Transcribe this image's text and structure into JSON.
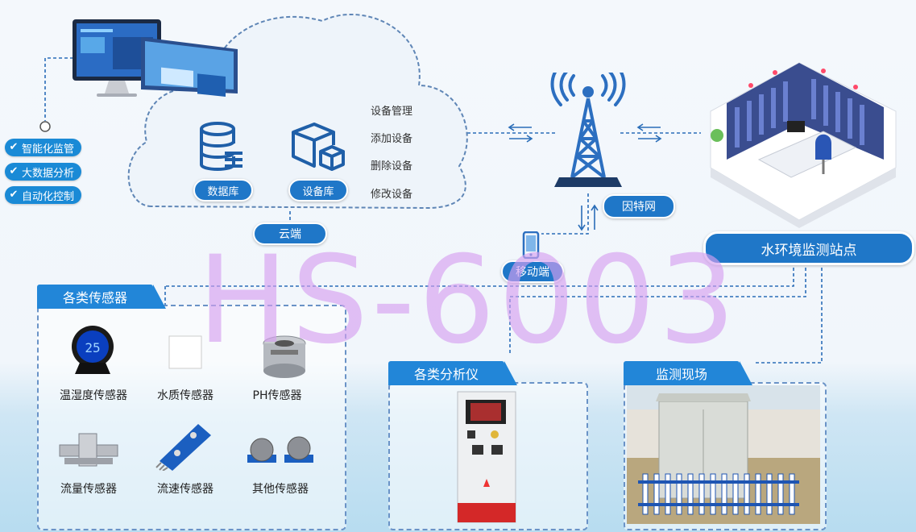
{
  "watermark": "HS-6003",
  "features": [
    "智能化监管",
    "大数据分析",
    "自动化控制"
  ],
  "cloud": {
    "label": "云端",
    "database_label": "数据库",
    "device_store_label": "设备库",
    "device_menu": [
      "设备管理",
      "添加设备",
      "删除设备",
      "修改设备"
    ]
  },
  "internet_label": "因特网",
  "mobile_label": "移动端",
  "station_label": "水环境监测站点",
  "sensors": {
    "title": "各类传感器",
    "items": [
      "温湿度传感器",
      "水质传感器",
      "PH传感器",
      "流量传感器",
      "流速传感器",
      "其他传感器"
    ],
    "display_text": "25"
  },
  "analyzer": {
    "title": "各类分析仪"
  },
  "site": {
    "title": "监测现场"
  },
  "colors": {
    "accent": "#1f77c8",
    "dash": "#2a6db8",
    "feature": "#1a8ad6"
  }
}
